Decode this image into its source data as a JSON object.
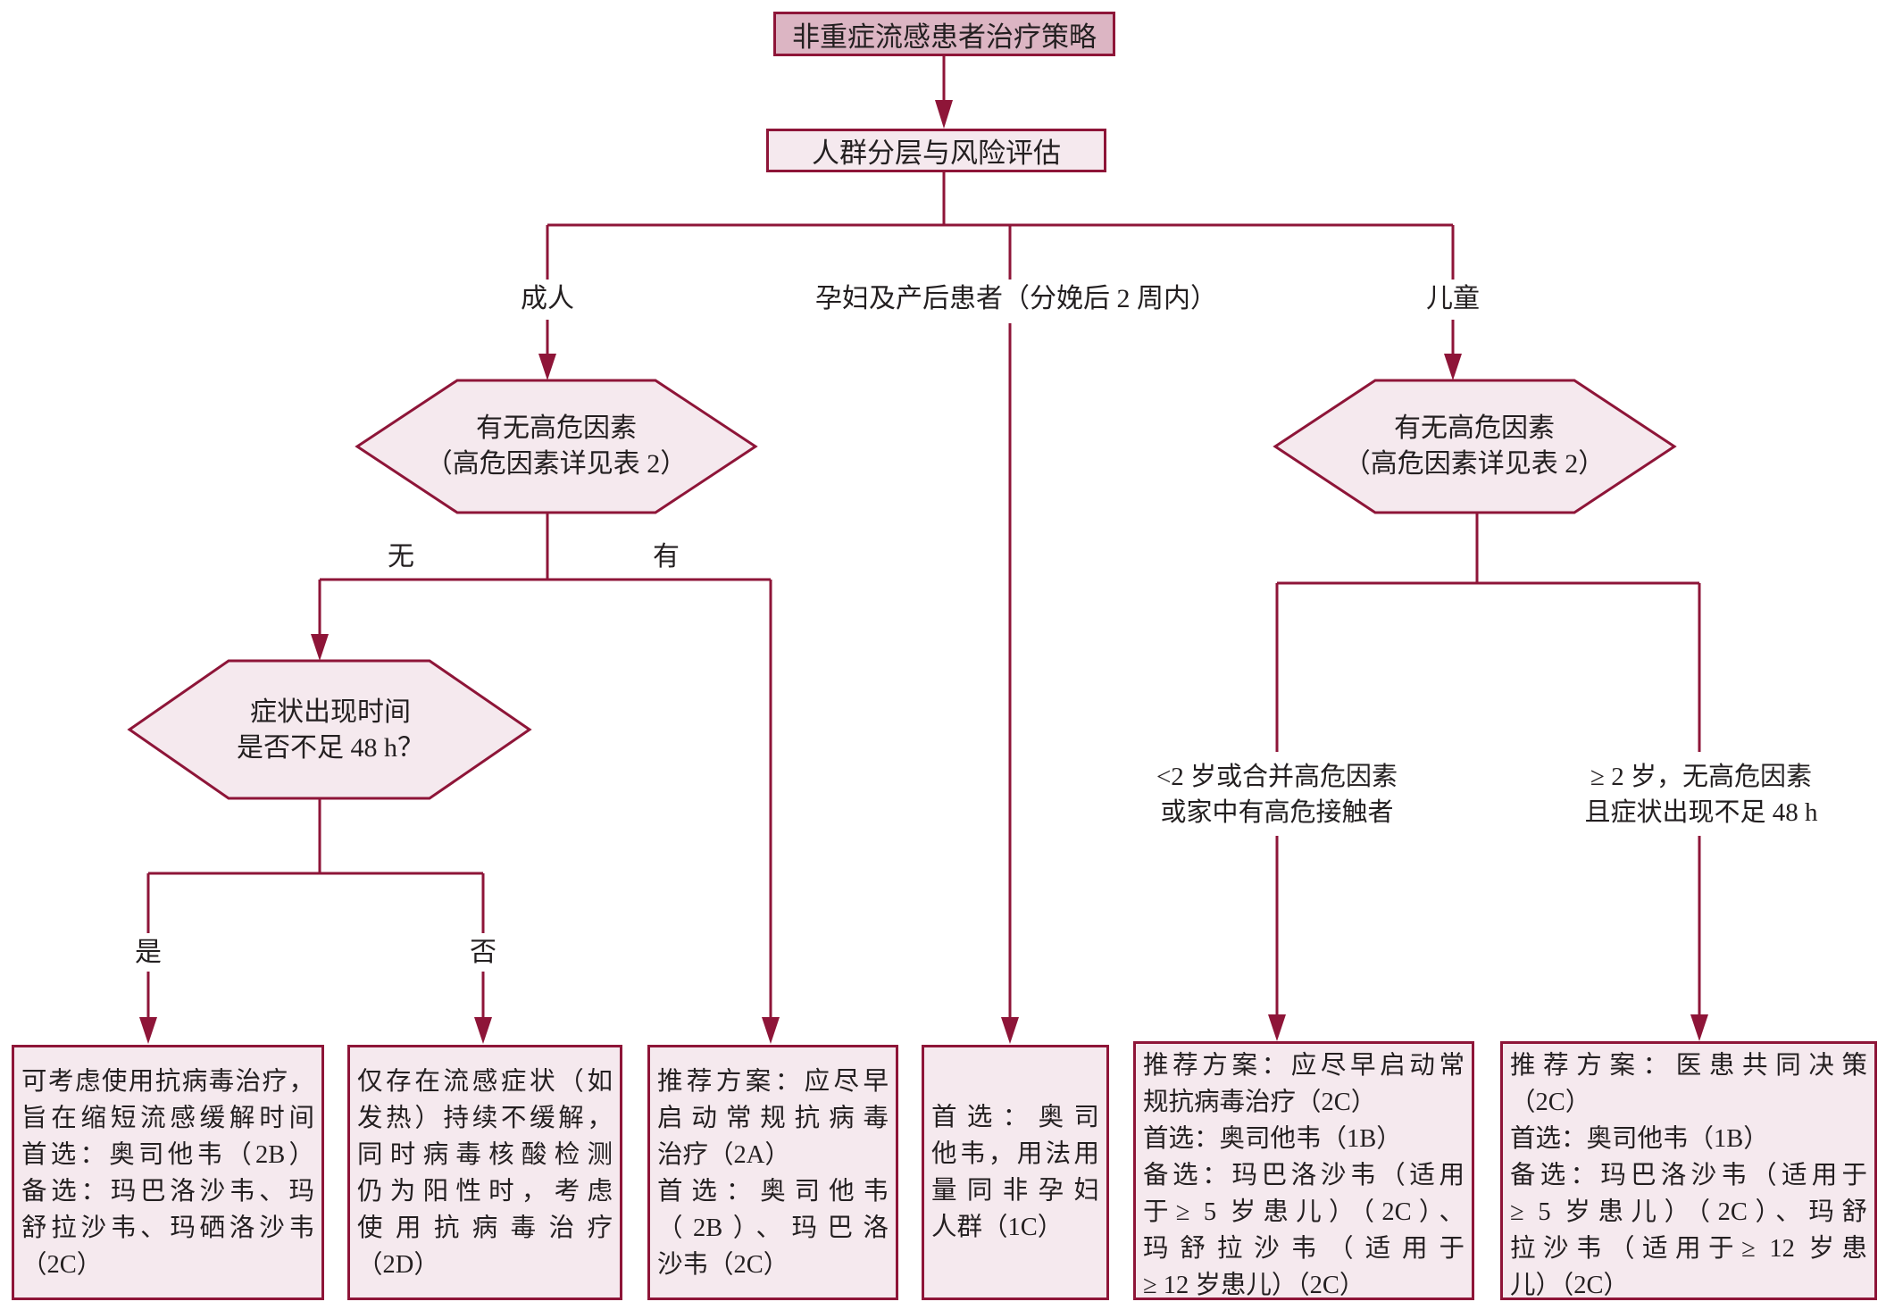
{
  "title": "非重症流感患者治疗策略",
  "assessment": "人群分层与风险评估",
  "groups": {
    "adult": "成人",
    "pregnant": "孕妇及产后患者（分娩后 2 周内）",
    "child": "儿童"
  },
  "adult_decision": [
    "有无高危因素",
    "（高危因素详见表 2）"
  ],
  "child_decision": [
    "有无高危因素",
    "（高危因素详见表 2）"
  ],
  "adult_branch": {
    "no": "无",
    "yes": "有"
  },
  "symptom_decision": [
    "症状出现时间",
    "是否不足 48 h？"
  ],
  "symptom_branch": {
    "yes": "是",
    "no": "否"
  },
  "child_conditions": {
    "left": [
      "<2 岁或合并高危因素",
      "或家中有高危接触者"
    ],
    "right": [
      "≥ 2 岁，无高危因素",
      "且症状出现不足 48 h"
    ]
  },
  "outcomes": [
    [
      "可考虑使用抗病毒治疗，",
      "旨在缩短流感缓解时间",
      "首选：奥司他韦（2B）",
      "备选：玛巴洛沙韦、玛",
      "舒拉沙韦、玛硒洛沙韦",
      "（2C）"
    ],
    [
      "仅存在流感症状（如",
      "发热）持续不缓解，",
      "同时病毒核酸检测",
      "仍为阳性时，考虑",
      "使用抗病毒治疗",
      "（2D）"
    ],
    [
      "推荐方案：应尽早",
      "启动常规抗病毒",
      "治疗（2A）",
      "首选：奥司他韦",
      "（2B）、玛巴洛",
      "沙韦（2C）"
    ],
    [
      "首选：奥司",
      "他韦，用法用",
      "量同非孕妇",
      "人群（1C）"
    ],
    [
      "推荐方案：应尽早启动常",
      "规抗病毒治疗（2C）",
      "首选：奥司他韦（1B）",
      "备选：玛巴洛沙韦（适用",
      "于≥ 5 岁患儿）（2C）、",
      "玛舒拉沙韦（适用于",
      "≥ 12 岁患儿）（2C）"
    ],
    [
      "推荐方案：医患共同决策",
      "（2C）",
      "首选：奥司他韦（1B）",
      "备选：玛巴洛沙韦（适用于",
      "≥ 5 岁患儿）（2C）、玛舒",
      "拉沙韦（适用于≥ 12 岁患",
      "儿）（2C）"
    ]
  ],
  "colors": {
    "line": "#8e1538",
    "title_fill": "#dcb5c3",
    "box_fill": "#f5e9ee",
    "text": "#231f20"
  }
}
